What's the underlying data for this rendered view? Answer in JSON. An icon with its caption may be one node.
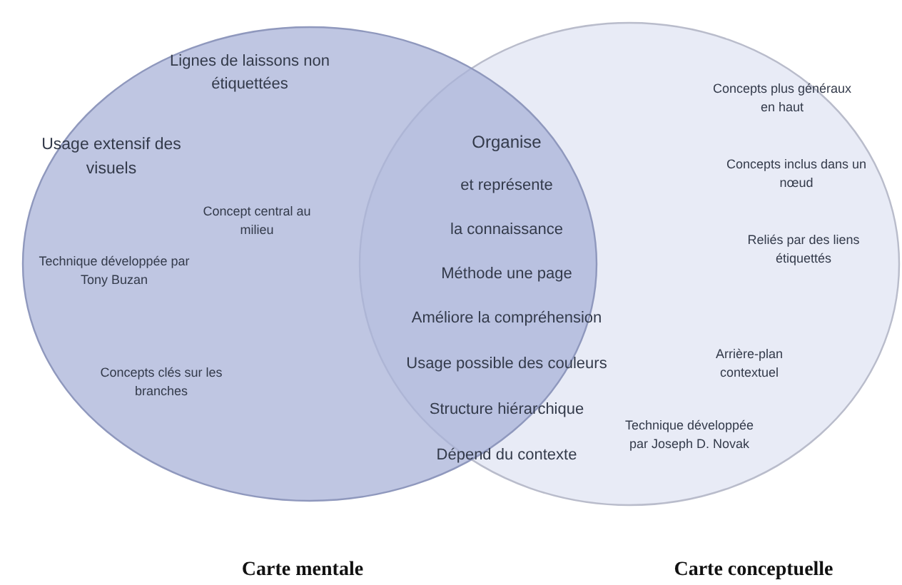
{
  "diagram": {
    "nodes": [
      {
        "text": [
          "Lignes de laissons non étiquettées",
          "Usage extensif des visuels",
          "Concept central au milieu",
          "Technique développée par Tony Buzan",
          "Concepts clés sur les branches",
          "Carte mentale"
        ]
      },
      {
        "text": [
          "Concepts plus généraux en haut",
          "Concepts inclus dans un nœud",
          "Reliés par des liens étiquettés",
          "Arrière-plan contextuel",
          "Technique développée par Joseph D. Novak",
          "Carte conceptuelle"
        ]
      }
    ],
    "labels": [
      "Organise",
      "et représente",
      "la connaissance",
      "Méthode une page",
      "Améliore la compréhension",
      "Usage possible des couleurs",
      "Structure hiérarchique",
      "Dépend du contexte"
    ]
  }
}
